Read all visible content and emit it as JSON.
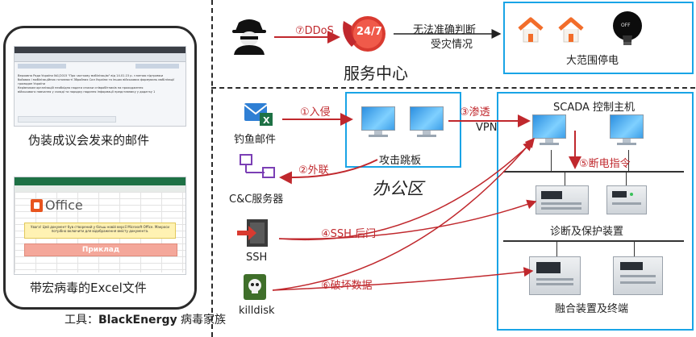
{
  "left_panel": {
    "email_caption": "伪装成议会发来的邮件",
    "excel_caption": "带宏病毒的Excel文件",
    "email_body_lines": [
      "Верховна Рада України №1/2015 \"Про часткову мобілізацію\" від 14.01.15 р. з метою підтримки",
      "бойових і мобілізаційних готовності Збройних Сил України та інших військових формувань мобілізації",
      "громадян України",
      "Керівникам організацій необхідно надати списки співробітників на проходження",
      "військового навчання у складі та порядку надання інформації представнику у додатку 1"
    ],
    "office_label": "Office",
    "macro_warning": "Увага! Цей документ був створений у більш новій версії Microsoft Office. Макроси потрібно включити для відображення вмісту документа.",
    "enable_button": "Приклад"
  },
  "tool_caption": {
    "prefix": "工具：",
    "name": "BlackEnergy",
    "suffix": " 病毒家族"
  },
  "top": {
    "hacker_step": "⑦DDoS",
    "service_center": "服务中心",
    "service_badge": "24/7",
    "judgement_line1": "无法准确判断",
    "judgement_line2": "受灾情况",
    "outage_label": "大范围停电",
    "bulb_label": "OFF"
  },
  "nodes": {
    "phishing_mail": "钓鱼邮件",
    "cc_server": "C&C服务器",
    "ssh": "SSH",
    "killdisk": "killdisk",
    "jump_host": "攻击跳板",
    "office_zone": "办公区",
    "scada_host": "SCADA 控制主机",
    "diag_protect": "诊断及保护装置",
    "fusion_terminal": "融合装置及终端"
  },
  "steps": {
    "s1": "①入侵",
    "s2": "②外联",
    "s3": "③渗透",
    "vpn": "VPN",
    "s4": "④SSH 后门",
    "s5": "⑤断电指令",
    "s6": "⑥破坏数据"
  },
  "colors": {
    "accent_red": "#c0282d",
    "box_blue": "#19a4e6",
    "divider": "#2b2b2b"
  }
}
